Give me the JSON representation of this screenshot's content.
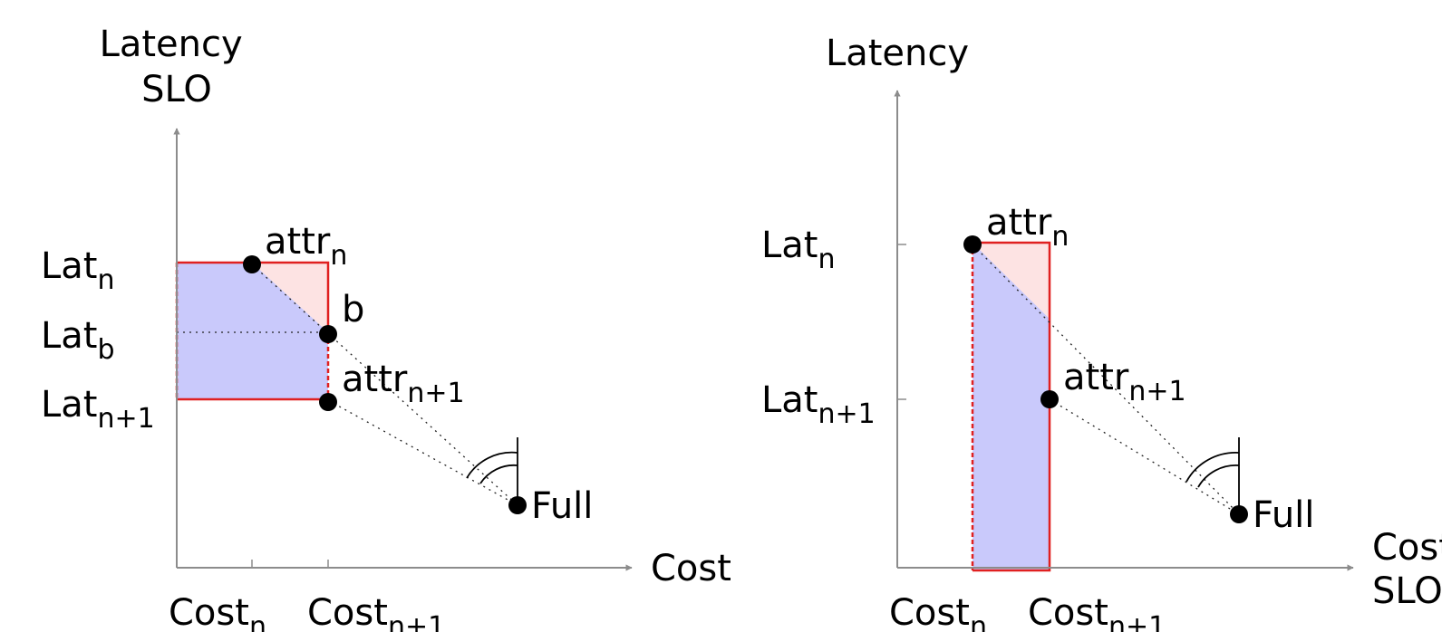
{
  "diagrams": [
    {
      "id": "left",
      "y_axis_label_lines": [
        "Latency",
        "SLO"
      ],
      "x_axis_label_lines": [
        "Cost"
      ],
      "y_ticks": [
        {
          "base": "Lat",
          "sub": "n"
        },
        {
          "base": "Lat",
          "sub": "b"
        },
        {
          "base": "Lat",
          "sub": "n+1"
        }
      ],
      "x_ticks": [
        {
          "base": "Cost",
          "sub": "n"
        },
        {
          "base": "Cost",
          "sub": "n+1"
        }
      ],
      "points": [
        {
          "base": "attr",
          "sub": "n"
        },
        {
          "base": "b",
          "sub": ""
        },
        {
          "base": "attr",
          "sub": "n+1"
        },
        {
          "base": "Full",
          "sub": ""
        }
      ]
    },
    {
      "id": "right",
      "y_axis_label_lines": [
        "Latency"
      ],
      "x_axis_label_lines": [
        "Cost",
        "SLO"
      ],
      "y_ticks": [
        {
          "base": "Lat",
          "sub": "n"
        },
        {
          "base": "Lat",
          "sub": "n+1"
        }
      ],
      "x_ticks": [
        {
          "base": "Cost",
          "sub": "n"
        },
        {
          "base": "Cost",
          "sub": "n+1"
        }
      ],
      "points": [
        {
          "base": "attr",
          "sub": "n"
        },
        {
          "base": "attr",
          "sub": "n+1"
        },
        {
          "base": "Full",
          "sub": ""
        }
      ]
    }
  ],
  "colors": {
    "axis": "#8c8c8c",
    "region_blue": "#c9c9fb",
    "region_pink": "#fde3e3",
    "border_red": "#e02020",
    "point": "#000000"
  }
}
